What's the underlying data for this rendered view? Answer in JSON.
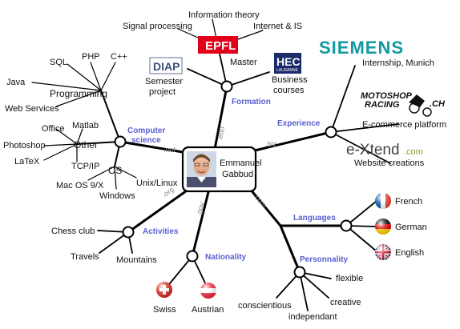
{
  "center": {
    "first_name": "Emmanuel",
    "last_name": "Gabbud",
    "photo_icon": "portrait-photo-icon"
  },
  "branches": {
    "formation": {
      "label": "Formation",
      "tld": ".edu",
      "items": {
        "master": "Master",
        "signal_processing": "Signal processing",
        "information_theory": "Information theory",
        "internet_is": "Internet & IS",
        "semester_project_1": "Semester",
        "semester_project_2": "project",
        "business_courses_1": "Business",
        "business_courses_2": "courses"
      },
      "logos": {
        "epfl": "EPFL",
        "diap": "DIAP",
        "hec": "HEC",
        "hec_sub": "LAUSANNE"
      }
    },
    "experience": {
      "label": "Experience",
      "tld": ".biz",
      "items": {
        "internship": "Internship, Munich",
        "ecommerce": "E-commerce platform",
        "website_creations": "Website creations"
      },
      "logos": {
        "siemens": "SIEMENS",
        "motoshop_1": "MOTOSHOP",
        "motoshop_2": "RACING",
        "motoshop_3": ".CH",
        "extend_main": "e-Xtend",
        "extend_com": ".com"
      }
    },
    "computer_science": {
      "label_1": "Computer",
      "label_2": "science",
      "tld": ".net",
      "programming": {
        "label": "Programming",
        "items": {
          "sql": "SQL",
          "php": "PHP",
          "cpp": "C++",
          "java": "Java",
          "web_services": "Web Services"
        }
      },
      "other": {
        "label": "Other",
        "items": {
          "office": "Office",
          "matlab": "Matlab",
          "photoshop": "Photoshop",
          "latex": "LaTeX",
          "tcpip": "TCP/IP"
        }
      },
      "os": {
        "label": "OS",
        "items": {
          "macos": "Mac OS 9/X",
          "unix": "Unix/Linux",
          "windows": "Windows"
        }
      }
    },
    "activities": {
      "label": "Activities",
      "tld": ".org",
      "items": {
        "chess": "Chess club",
        "travels": "Travels",
        "mountains": "Mountains"
      }
    },
    "nationality": {
      "label": "Nationality",
      "tld": ".gov",
      "items": {
        "swiss": "Swiss",
        "austrian": "Austrian"
      },
      "flag_icons": {
        "swiss": "swiss-flag-icon",
        "austrian": "austrian-flag-icon"
      }
    },
    "languages": {
      "label": "Languages",
      "tld": ".com",
      "items": {
        "french": "French",
        "german": "German",
        "english": "English"
      },
      "flag_icons": {
        "french": "french-flag-icon",
        "german": "german-flag-icon",
        "english": "uk-flag-icon"
      }
    },
    "personnality": {
      "label": "Personnality",
      "items": {
        "flexible": "flexible",
        "creative": "creative",
        "conscientious": "conscientious",
        "independant": "independant"
      }
    }
  },
  "colors": {
    "category_text": "#5a5fd0",
    "epfl_red": "#e3001b",
    "hec_navy": "#1a2b6b",
    "siemens_teal": "#109aa0",
    "swiss_red": "#d52b1e",
    "austria_red": "#ed2939"
  }
}
